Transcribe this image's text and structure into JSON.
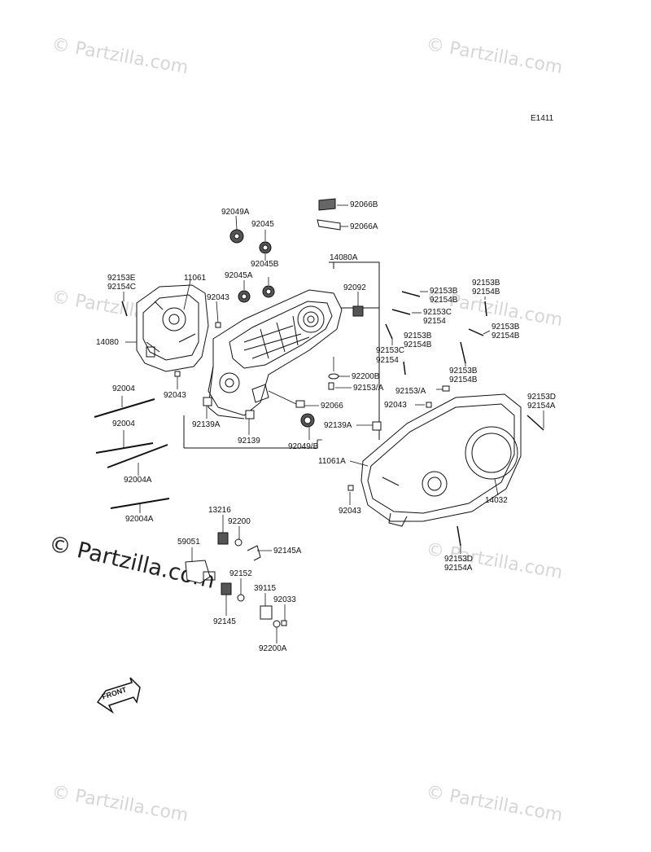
{
  "diagram_code": "E1411",
  "watermark": {
    "text": "© Partzilla.com",
    "main_text": "© Partzilla.com"
  },
  "front_marker": "FRONT",
  "colors": {
    "line": "#111111",
    "fill": "#ffffff",
    "watermark": "#d6d6d6"
  },
  "part_labels": [
    "92066B",
    "92066A",
    "92049A",
    "92045",
    "92045B",
    "92045A",
    "14080A",
    "92092",
    "92153E",
    "92154C",
    "11061",
    "92043",
    "14080",
    "92153B",
    "92154B",
    "92153C",
    "92154",
    "92153B",
    "92154B",
    "92153B",
    "92154B",
    "92153C",
    "92154",
    "92153B",
    "92154B",
    "92200B",
    "92153/A",
    "92066",
    "92043",
    "92139A",
    "92139",
    "92049/B",
    "92153D",
    "92154A",
    "92139A",
    "92043",
    "92153/A",
    "11061A",
    "14032",
    "92043",
    "92004",
    "92004",
    "92004A",
    "92004A",
    "13216",
    "92200",
    "92145A",
    "59051",
    "92152",
    "39115",
    "92033",
    "92145",
    "92200A",
    "92153D",
    "92154A"
  ]
}
